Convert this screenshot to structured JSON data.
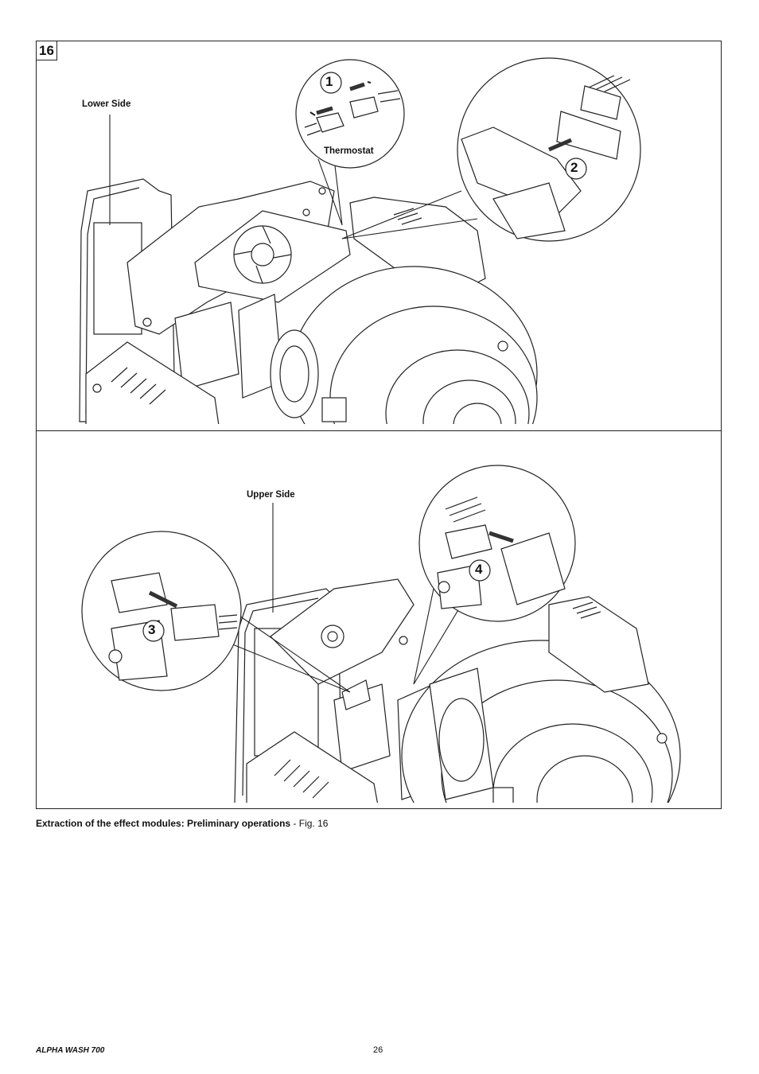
{
  "figure": {
    "number": "16",
    "panels": {
      "lower": {
        "side_label": "Lower Side",
        "callout_thermostat": "Thermostat",
        "step_1": "1",
        "step_2": "2"
      },
      "upper": {
        "side_label": "Upper Side",
        "step_3": "3",
        "step_4": "4"
      }
    }
  },
  "caption": {
    "bold": "Extraction of the effect modules: Preliminary operations",
    "suffix": " - Fig. 16"
  },
  "footer": {
    "model": "ALPHA WASH 700",
    "page": "26"
  }
}
